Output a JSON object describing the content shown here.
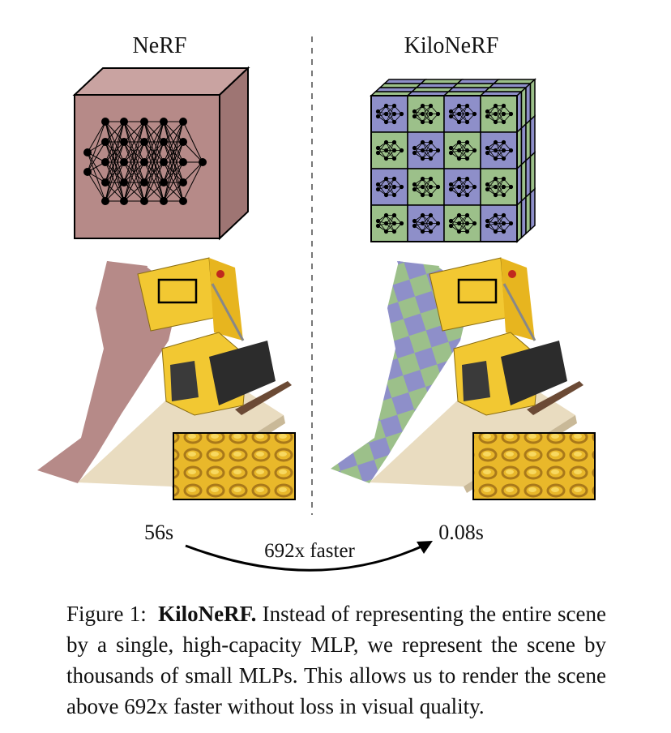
{
  "figure": {
    "left_title": "NeRF",
    "right_title": "KiloNeRF",
    "left_time": "56s",
    "right_time": "0.08s",
    "speedup_label": "692x faster",
    "colors": {
      "nerf_cube": "#b68a88",
      "kilo_blue": "#8e8fc9",
      "kilo_green": "#9cc08a",
      "lego_yellow": "#f2c832",
      "outline": "#000000",
      "divider": "#777777"
    }
  },
  "caption": {
    "label": "Figure 1:",
    "bold": "KiloNeRF.",
    "text": "Instead of representing the entire scene by a single, high-capacity MLP, we represent the scene by thousands of small MLPs. This allows us to render the scene above 692x faster without loss in visual quality."
  }
}
